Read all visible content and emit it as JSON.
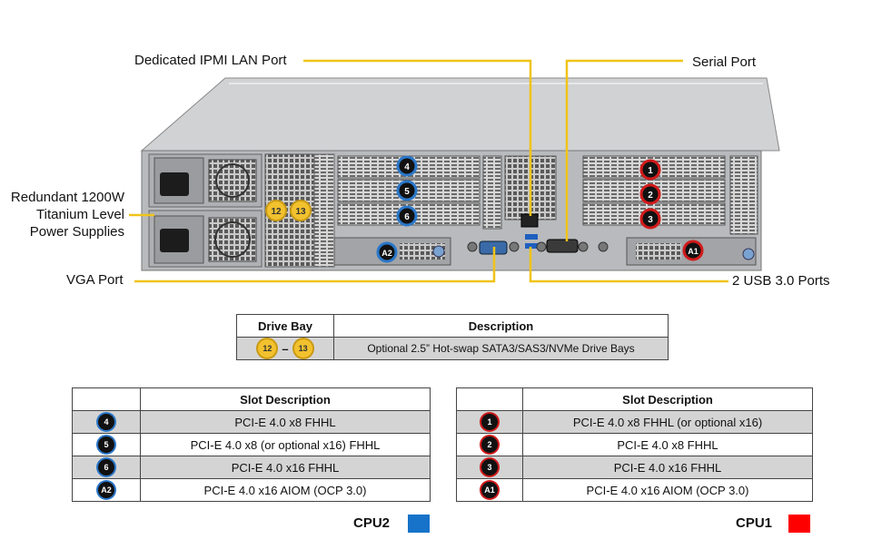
{
  "callouts": {
    "ipmi": "Dedicated IPMI  LAN Port",
    "serial": "Serial Port",
    "psu_lines": [
      "Redundant  1200W",
      "Titanium  Level",
      "Power Supplies"
    ],
    "vga": "VGA Port",
    "usb": "2 USB 3.0 Ports"
  },
  "chassis_badges": {
    "slot4": "4",
    "slot5": "5",
    "slot6": "6",
    "slotA2": "A2",
    "slot1": "1",
    "slot2": "2",
    "slot3": "3",
    "slotA1": "A1",
    "bay12": "12",
    "bay13": "13"
  },
  "drive_table": {
    "headers": [
      "Drive Bay",
      "Description"
    ],
    "row": {
      "badge_a": "12",
      "separator": "–",
      "badge_b": "13",
      "description": "Optional 2.5” Hot-swap SATA3/SAS3/NVMe Drive Bays"
    }
  },
  "cpu2_table": {
    "header": "Slot Description",
    "rows": [
      {
        "badge": "4",
        "desc": "PCI-E 4.0 x8 FHHL"
      },
      {
        "badge": "5",
        "desc": "PCI-E 4.0 x8 (or optional x16) FHHL"
      },
      {
        "badge": "6",
        "desc": "PCI-E 4.0 x16 FHHL"
      },
      {
        "badge": "A2",
        "desc": "PCI-E 4.0 x16 AIOM (OCP 3.0)"
      }
    ],
    "cpu_label": "CPU2",
    "color": "#1673c9"
  },
  "cpu1_table": {
    "header": "Slot Description",
    "rows": [
      {
        "badge": "1",
        "desc": "PCI-E 4.0 x8 FHHL (or optional x16)"
      },
      {
        "badge": "2",
        "desc": "PCI-E 4.0 x8 FHHL"
      },
      {
        "badge": "3",
        "desc": "PCI-E 4.0 x16 FHHL"
      },
      {
        "badge": "A1",
        "desc": "PCI-E 4.0 x16 AIOM (OCP 3.0)"
      }
    ],
    "cpu_label": "CPU1",
    "color": "#ff0000"
  },
  "colors": {
    "callout_line": "#f0c419",
    "slot_blue": "#2a77c9",
    "slot_red": "#d11a1a",
    "bay_gold": "#f2c12e"
  }
}
